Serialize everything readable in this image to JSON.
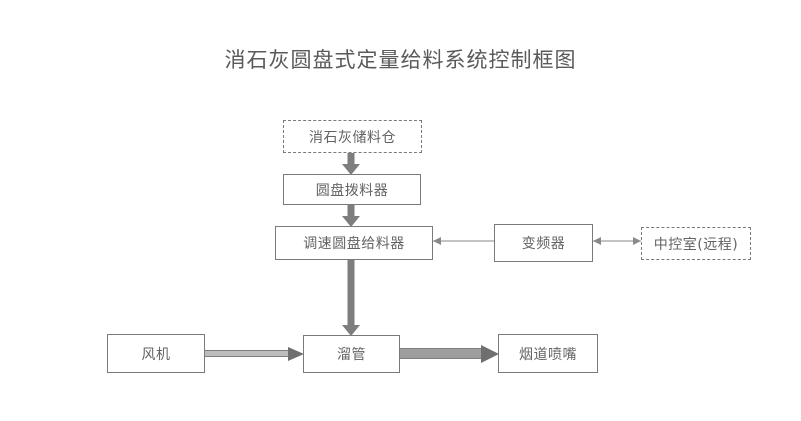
{
  "diagram": {
    "title": "消石灰圆盘式定量给料系统控制框图",
    "nodes": {
      "storage_silo": "消石灰储料仓",
      "disc_dislodger": "圆盘拨料器",
      "speed_regulating_feeder": "调速圆盘给料器",
      "frequency_converter": "变频器",
      "control_room": "中控室(远程)",
      "fan": "风机",
      "chute": "溜管",
      "flue_nozzle": "烟道喷嘴"
    },
    "colors": {
      "background": "#ffffff",
      "box_border": "#7a7a7a",
      "text": "#636363",
      "title_text": "#5a5a5a",
      "material_arrow": "#7e7e7e",
      "signal_arrow": "#8a8a8a"
    }
  }
}
